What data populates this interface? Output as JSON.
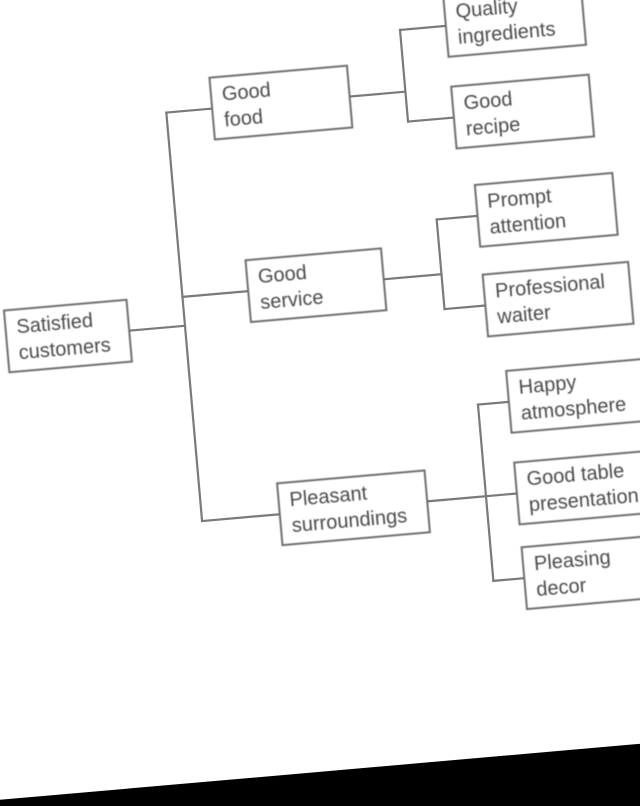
{
  "diagram": {
    "root": {
      "line1": "Satisfied",
      "line2": "customers"
    },
    "branches": [
      {
        "line1": "Good",
        "line2": "food",
        "leaves": [
          {
            "line1": "Quality",
            "line2": "ingredients"
          },
          {
            "line1": "Good",
            "line2": "recipe"
          }
        ]
      },
      {
        "line1": "Good",
        "line2": "service",
        "leaves": [
          {
            "line1": "Prompt",
            "line2": "attention"
          },
          {
            "line1": "Professional",
            "line2": "waiter"
          }
        ]
      },
      {
        "line1": "Pleasant",
        "line2": "surroundings",
        "leaves": [
          {
            "line1": "Happy",
            "line2": "atmosphere"
          },
          {
            "line1": "Good table",
            "line2": "presentation"
          },
          {
            "line1": "Pleasing",
            "line2": "decor"
          }
        ]
      }
    ]
  },
  "colors": {
    "background": "#ffffff",
    "border": "#6f6f6f",
    "text": "#4a4a4a",
    "frame": "#000000"
  }
}
